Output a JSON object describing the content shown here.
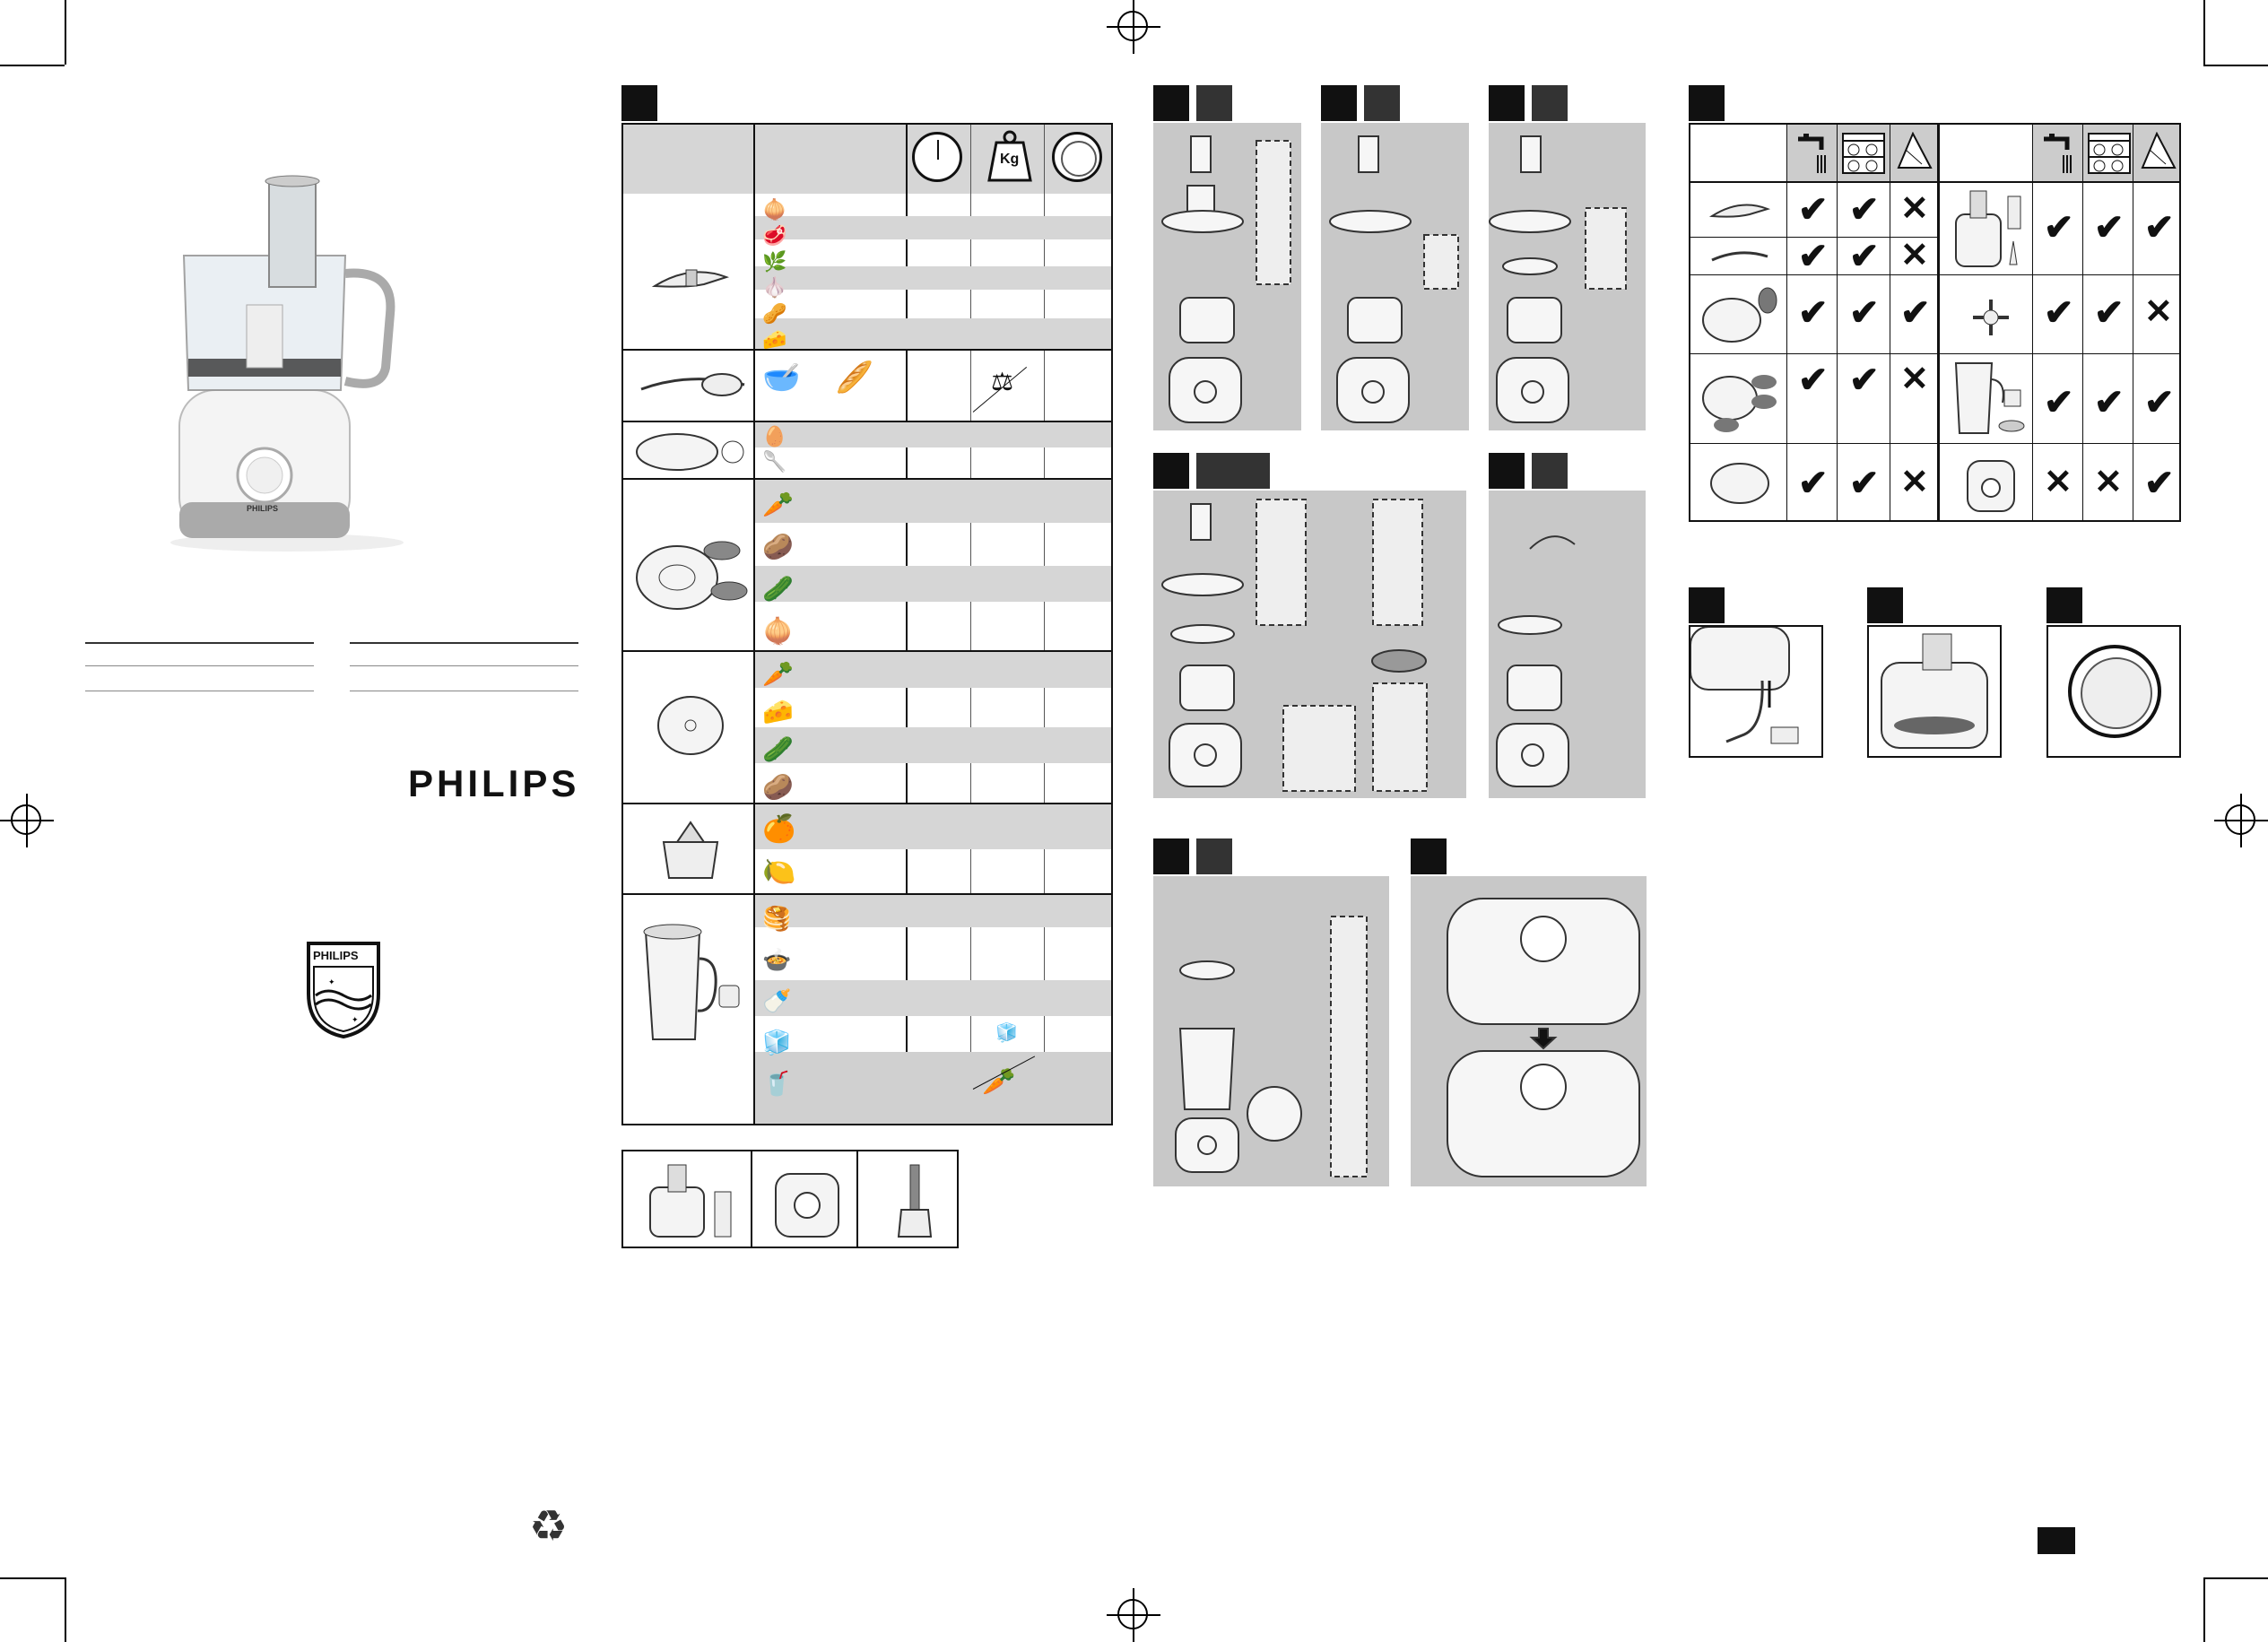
{
  "brand": {
    "wordmark": "PHILIPS",
    "shield_text": "PHILIPS",
    "product_label": "PHILIPS"
  },
  "icons": {
    "recycle": "recycle-icon",
    "clock": "clock-icon",
    "weight": "weight-icon",
    "dial": "speed-dial-icon",
    "tap": "tap-icon",
    "dishwasher": "dishwasher-icon",
    "cloth": "cloth-icon",
    "check": "✔",
    "cross": "✕"
  },
  "weight_label": "Kg",
  "colors": {
    "panel_gray": "#c8c8c8",
    "row_gray": "#d6d6d6",
    "tag_black": "#111111"
  },
  "cleaning_table": {
    "left": [
      [
        "✔",
        "✔",
        "✕"
      ],
      [
        "✔",
        "✔",
        "✕"
      ],
      [
        "✔",
        "✔",
        "✔"
      ],
      [
        "✔",
        "✔",
        "✕"
      ],
      [
        "✔",
        "✔",
        "✕"
      ]
    ],
    "right": [
      [
        "✔",
        "✔",
        "✔"
      ],
      [
        "✔",
        "✔",
        "✕"
      ],
      [
        "✔",
        "✔",
        "✔"
      ],
      [
        "✕",
        "✕",
        "✔"
      ]
    ]
  }
}
